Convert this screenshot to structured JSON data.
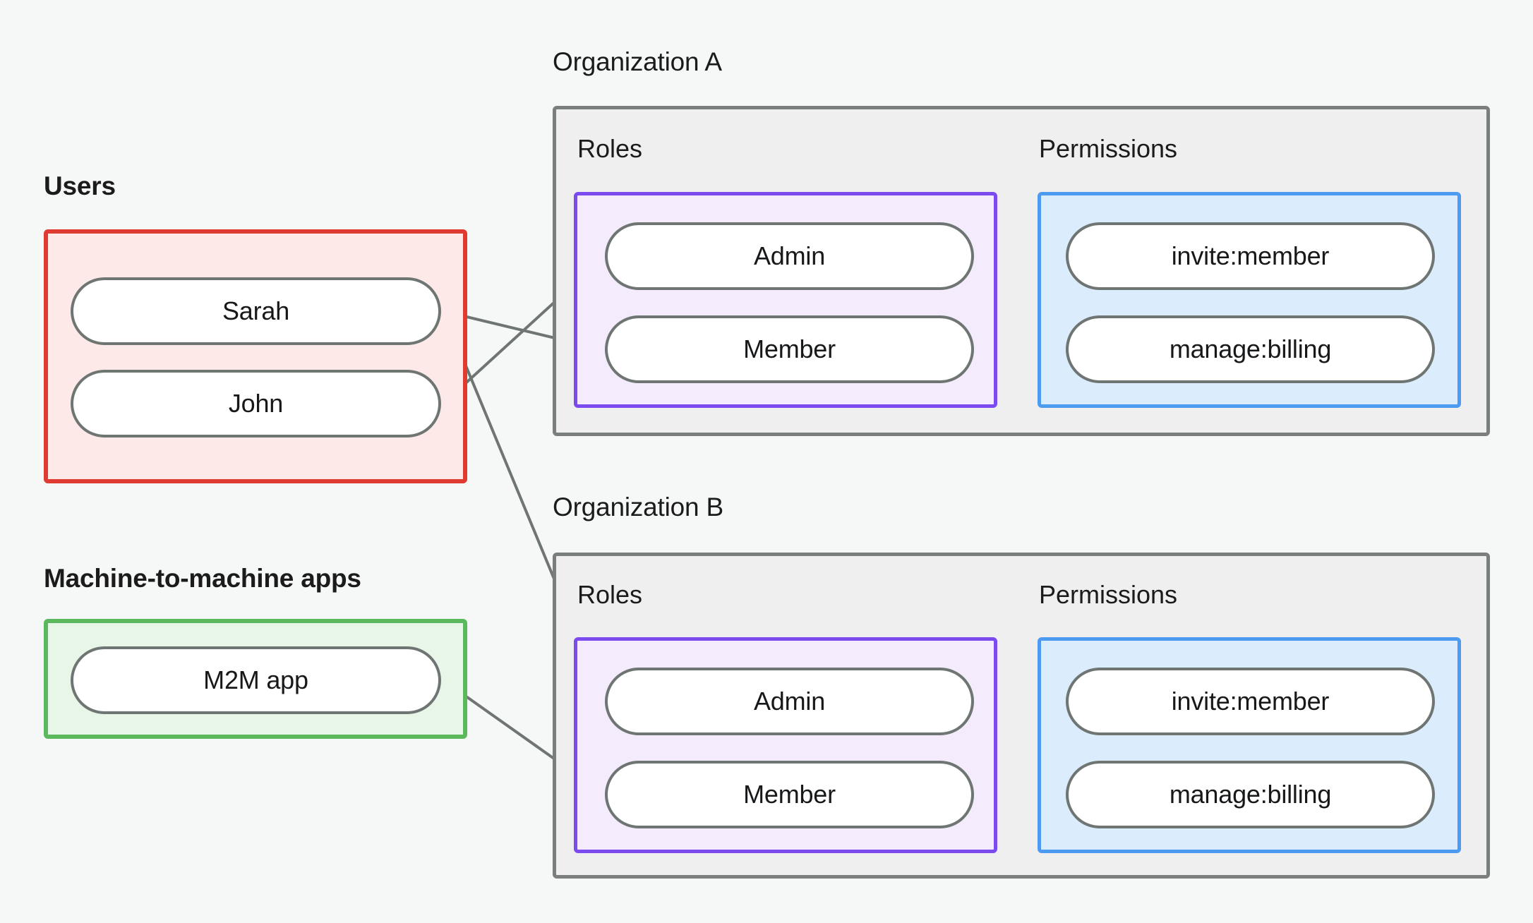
{
  "background_color": "#f6f8f7",
  "sections": {
    "users": {
      "caption": "Users",
      "border_color": "#e03b32",
      "fill_color": "#fdeae8",
      "nodes": [
        {
          "label": "Sarah"
        },
        {
          "label": "John"
        }
      ]
    },
    "m2m": {
      "caption": "Machine-to-machine apps",
      "border_color": "#5cb85c",
      "fill_color": "#e8f6e8",
      "nodes": [
        {
          "label": "M2M app"
        }
      ]
    }
  },
  "organizations": [
    {
      "caption": "Organization A",
      "border_color": "#7a7f7d",
      "fill_color": "#eeefee",
      "roles": {
        "label": "Roles",
        "border_color": "#7b4bf0",
        "fill_color": "#f4ecfd",
        "nodes": [
          {
            "label": "Admin"
          },
          {
            "label": "Member"
          }
        ]
      },
      "permissions": {
        "label": "Permissions",
        "border_color": "#4d9bf0",
        "fill_color": "#dbedfd",
        "nodes": [
          {
            "label": "invite:member"
          },
          {
            "label": "manage:billing"
          }
        ]
      }
    },
    {
      "caption": "Organization B",
      "border_color": "#7a7f7d",
      "fill_color": "#eeefee",
      "roles": {
        "label": "Roles",
        "border_color": "#7b4bf0",
        "fill_color": "#f4ecfd",
        "nodes": [
          {
            "label": "Admin"
          },
          {
            "label": "Member"
          }
        ]
      },
      "permissions": {
        "label": "Permissions",
        "border_color": "#4d9bf0",
        "fill_color": "#dbedfd",
        "nodes": [
          {
            "label": "invite:member"
          },
          {
            "label": "manage:billing"
          }
        ]
      }
    }
  ],
  "edges": [
    {
      "from": "Sarah",
      "to": "Organization A / Member"
    },
    {
      "from": "Sarah",
      "to": "Organization B / Admin"
    },
    {
      "from": "John",
      "to": "Organization A / Admin"
    },
    {
      "from": "M2M app",
      "to": "Organization B / Member"
    },
    {
      "from": "Organization A / Admin",
      "to": "Organization A / invite:member"
    },
    {
      "from": "Organization A / Admin",
      "to": "Organization A / manage:billing"
    },
    {
      "from": "Organization A / Member",
      "to": "Organization A / manage:billing"
    },
    {
      "from": "Organization B / Admin",
      "to": "Organization B / invite:member"
    },
    {
      "from": "Organization B / Admin",
      "to": "Organization B / manage:billing"
    },
    {
      "from": "Organization B / Member",
      "to": "Organization B / manage:billing"
    }
  ],
  "edge_style": {
    "line_color": "#6e7572",
    "dot_color": "#6e7572"
  }
}
